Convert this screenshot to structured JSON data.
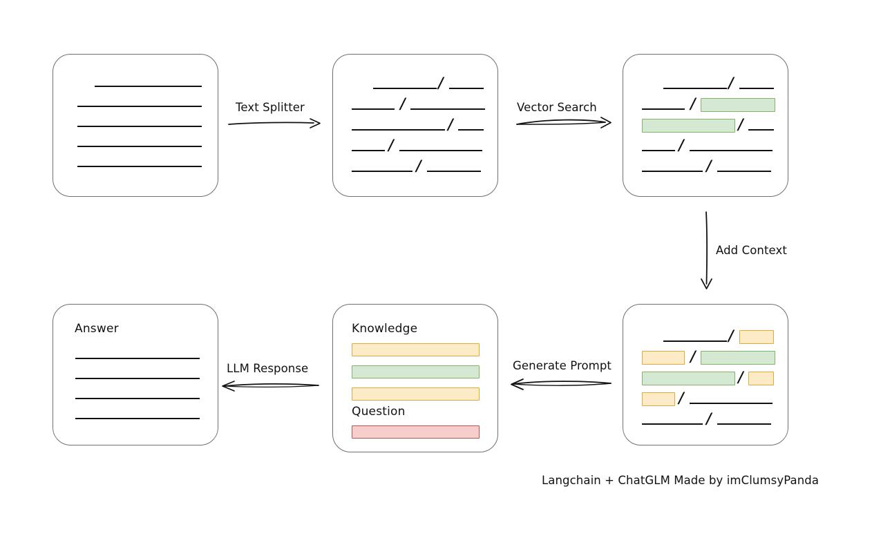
{
  "title": "Langchain + ChatGLM RAG pipeline diagram",
  "footer": {
    "text": "Langchain + ChatGLM Made by imClumsyPanda"
  },
  "colors": {
    "box_border": "#6e6e6e",
    "line": "#111111",
    "green_fill": "#d5e8d4",
    "green_border": "#82b366",
    "yellow_fill": "#fdebc8",
    "yellow_border": "#dfa93c",
    "red_fill": "#f8cecc",
    "red_border": "#b85450",
    "text": "#111111",
    "background": "#ffffff"
  },
  "arrows": [
    {
      "id": "text-splitter",
      "label": "Text Splitter",
      "direction": "right"
    },
    {
      "id": "vector-search",
      "label": "Vector Search",
      "direction": "right"
    },
    {
      "id": "add-context",
      "label": "Add Context",
      "direction": "down"
    },
    {
      "id": "generate-prompt",
      "label": "Generate Prompt",
      "direction": "left"
    },
    {
      "id": "llm-response",
      "label": "LLM Response",
      "direction": "left"
    }
  ],
  "boxes": {
    "source_document": {
      "id": "source-document",
      "label": "",
      "lines": [
        {
          "indent": 60,
          "width": 155,
          "split": false
        },
        {
          "indent": 35,
          "width": 180,
          "split": false
        },
        {
          "indent": 35,
          "width": 180,
          "split": false
        },
        {
          "indent": 35,
          "width": 180,
          "split": false
        },
        {
          "indent": 35,
          "width": 180,
          "split": false
        }
      ]
    },
    "split_chunks": {
      "id": "split-chunks",
      "label": "",
      "rows": [
        {
          "left": {
            "width": 92,
            "fill": "none"
          },
          "right": {
            "width": 50,
            "fill": "none"
          },
          "indent": 58
        },
        {
          "left": {
            "width": 62,
            "fill": "none"
          },
          "right": {
            "width": 108,
            "fill": "none"
          },
          "indent": 27
        },
        {
          "left": {
            "width": 135,
            "fill": "none"
          },
          "right": {
            "width": 37,
            "fill": "none"
          },
          "indent": 27
        },
        {
          "left": {
            "width": 48,
            "fill": "none"
          },
          "right": {
            "width": 120,
            "fill": "none"
          },
          "indent": 27
        },
        {
          "left": {
            "width": 88,
            "fill": "none"
          },
          "right": {
            "width": 78,
            "fill": "none"
          },
          "indent": 27
        }
      ]
    },
    "vector_matched_chunks": {
      "id": "vector-matched-chunks",
      "label": "",
      "rows": [
        {
          "left": {
            "width": 92,
            "fill": "none"
          },
          "right": {
            "width": 50,
            "fill": "none"
          },
          "indent": 58
        },
        {
          "left": {
            "width": 62,
            "fill": "none"
          },
          "right": {
            "width": 108,
            "fill": "green"
          },
          "indent": 27
        },
        {
          "left": {
            "width": 135,
            "fill": "green"
          },
          "right": {
            "width": 37,
            "fill": "none"
          },
          "indent": 27
        },
        {
          "left": {
            "width": 48,
            "fill": "none"
          },
          "right": {
            "width": 120,
            "fill": "none"
          },
          "indent": 27
        },
        {
          "left": {
            "width": 88,
            "fill": "none"
          },
          "right": {
            "width": 78,
            "fill": "none"
          },
          "indent": 27
        }
      ]
    },
    "context_added_chunks": {
      "id": "context-added-chunks",
      "label": "",
      "rows": [
        {
          "left": {
            "width": 92,
            "fill": "none"
          },
          "right": {
            "width": 50,
            "fill": "yellow"
          },
          "indent": 58
        },
        {
          "left": {
            "width": 62,
            "fill": "yellow"
          },
          "right": {
            "width": 108,
            "fill": "green"
          },
          "indent": 27
        },
        {
          "left": {
            "width": 135,
            "fill": "green"
          },
          "right": {
            "width": 37,
            "fill": "yellow"
          },
          "indent": 27
        },
        {
          "left": {
            "width": 48,
            "fill": "yellow"
          },
          "right": {
            "width": 120,
            "fill": "none"
          },
          "indent": 27
        },
        {
          "left": {
            "width": 88,
            "fill": "none"
          },
          "right": {
            "width": 78,
            "fill": "none"
          },
          "indent": 27
        }
      ]
    },
    "prompt": {
      "id": "prompt-box",
      "knowledge_label": "Knowledge",
      "question_label": "Question",
      "knowledge_bars": [
        {
          "fill": "yellow",
          "width": 185
        },
        {
          "fill": "green",
          "width": 185
        },
        {
          "fill": "yellow",
          "width": 185
        }
      ],
      "question_bars": [
        {
          "fill": "red",
          "width": 185
        }
      ]
    },
    "answer": {
      "id": "answer-box",
      "label": "Answer",
      "lines": [
        {
          "indent": 32,
          "width": 180
        },
        {
          "indent": 32,
          "width": 180
        },
        {
          "indent": 32,
          "width": 180
        },
        {
          "indent": 32,
          "width": 180
        }
      ]
    }
  }
}
